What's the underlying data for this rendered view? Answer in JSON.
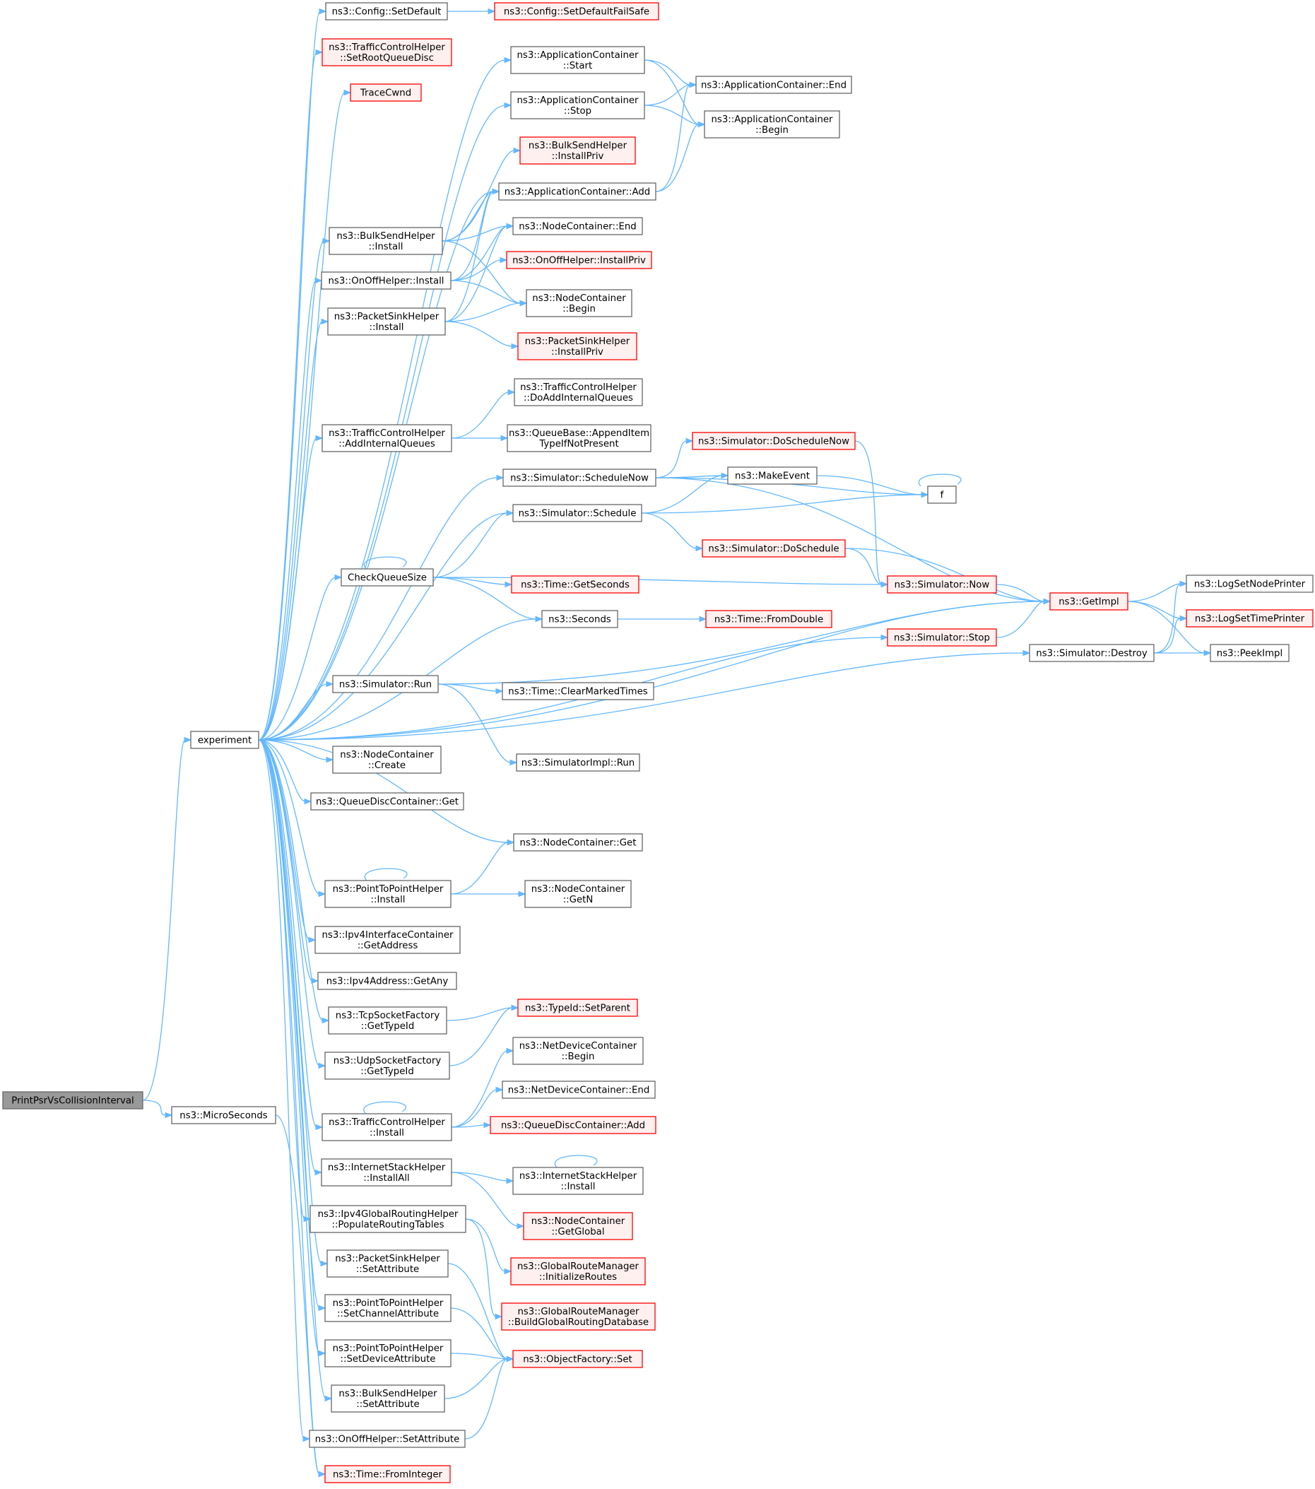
{
  "graph": {
    "root": "PrintPsrVsCollisionInterval",
    "colors": {
      "edge": "#63b8ff",
      "node_border": "#666666",
      "undocumented_border": "#ff0000",
      "undocumented_fill": "#fff0f0",
      "root_fill": "#999999"
    },
    "nodes": [
      {
        "id": "root",
        "lines": [
          "PrintPsrVsCollisionInterval"
        ],
        "style": "root"
      },
      {
        "id": "experiment",
        "lines": [
          "experiment"
        ],
        "style": "plain"
      },
      {
        "id": "micro",
        "lines": [
          "ns3::MicroSeconds"
        ],
        "style": "plain"
      },
      {
        "id": "cfgset",
        "lines": [
          "ns3::Config::SetDefault"
        ],
        "style": "plain"
      },
      {
        "id": "cfgfs",
        "lines": [
          "ns3::Config::SetDefaultFailSafe"
        ],
        "style": "red"
      },
      {
        "id": "tchroot",
        "lines": [
          "ns3::TrafficControlHelper",
          "::SetRootQueueDisc"
        ],
        "style": "red"
      },
      {
        "id": "tracecwnd",
        "lines": [
          "TraceCwnd"
        ],
        "style": "red"
      },
      {
        "id": "acstart",
        "lines": [
          "ns3::ApplicationContainer",
          "::Start"
        ],
        "style": "plain"
      },
      {
        "id": "acstop",
        "lines": [
          "ns3::ApplicationContainer",
          "::Stop"
        ],
        "style": "plain"
      },
      {
        "id": "acend",
        "lines": [
          "ns3::ApplicationContainer::End"
        ],
        "style": "plain"
      },
      {
        "id": "acbegin",
        "lines": [
          "ns3::ApplicationContainer",
          "::Begin"
        ],
        "style": "plain"
      },
      {
        "id": "bshpriv",
        "lines": [
          "ns3::BulkSendHelper",
          "::InstallPriv"
        ],
        "style": "red"
      },
      {
        "id": "acadd",
        "lines": [
          "ns3::ApplicationContainer::Add"
        ],
        "style": "plain"
      },
      {
        "id": "bshinst",
        "lines": [
          "ns3::BulkSendHelper",
          "::Install"
        ],
        "style": "plain"
      },
      {
        "id": "ncend",
        "lines": [
          "ns3::NodeContainer::End"
        ],
        "style": "plain"
      },
      {
        "id": "oohinst",
        "lines": [
          "ns3::OnOffHelper::Install"
        ],
        "style": "plain"
      },
      {
        "id": "oohpriv",
        "lines": [
          "ns3::OnOffHelper::InstallPriv"
        ],
        "style": "red"
      },
      {
        "id": "ncbegin",
        "lines": [
          "ns3::NodeContainer",
          "::Begin"
        ],
        "style": "plain"
      },
      {
        "id": "pshinst",
        "lines": [
          "ns3::PacketSinkHelper",
          "::Install"
        ],
        "style": "plain"
      },
      {
        "id": "pshpriv",
        "lines": [
          "ns3::PacketSinkHelper",
          "::InstallPriv"
        ],
        "style": "red"
      },
      {
        "id": "tchdoadd",
        "lines": [
          "ns3::TrafficControlHelper",
          "::DoAddInternalQueues"
        ],
        "style": "plain"
      },
      {
        "id": "tchaddq",
        "lines": [
          "ns3::TrafficControlHelper",
          "::AddInternalQueues"
        ],
        "style": "plain"
      },
      {
        "id": "qbappend",
        "lines": [
          "ns3::QueueBase::AppendItem",
          "TypeIfNotPresent"
        ],
        "style": "plain"
      },
      {
        "id": "simdosn",
        "lines": [
          "ns3::Simulator::DoScheduleNow"
        ],
        "style": "red"
      },
      {
        "id": "simsn",
        "lines": [
          "ns3::Simulator::ScheduleNow"
        ],
        "style": "plain"
      },
      {
        "id": "makeevent",
        "lines": [
          "ns3::MakeEvent"
        ],
        "style": "plain"
      },
      {
        "id": "f",
        "lines": [
          "f"
        ],
        "style": "plain"
      },
      {
        "id": "simsched",
        "lines": [
          "ns3::Simulator::Schedule"
        ],
        "style": "plain"
      },
      {
        "id": "simdos",
        "lines": [
          "ns3::Simulator::DoSchedule"
        ],
        "style": "red"
      },
      {
        "id": "cqs",
        "lines": [
          "CheckQueueSize"
        ],
        "style": "plain"
      },
      {
        "id": "getsec",
        "lines": [
          "ns3::Time::GetSeconds"
        ],
        "style": "red"
      },
      {
        "id": "simnow",
        "lines": [
          "ns3::Simulator::Now"
        ],
        "style": "red"
      },
      {
        "id": "getimpl",
        "lines": [
          "ns3::GetImpl"
        ],
        "style": "red"
      },
      {
        "id": "seconds",
        "lines": [
          "ns3::Seconds"
        ],
        "style": "plain"
      },
      {
        "id": "fromdouble",
        "lines": [
          "ns3::Time::FromDouble"
        ],
        "style": "red"
      },
      {
        "id": "logsetnode",
        "lines": [
          "ns3::LogSetNodePrinter"
        ],
        "style": "plain"
      },
      {
        "id": "logsettime",
        "lines": [
          "ns3::LogSetTimePrinter"
        ],
        "style": "red"
      },
      {
        "id": "simstop",
        "lines": [
          "ns3::Simulator::Stop"
        ],
        "style": "red"
      },
      {
        "id": "simdestroy",
        "lines": [
          "ns3::Simulator::Destroy"
        ],
        "style": "plain"
      },
      {
        "id": "peekimpl",
        "lines": [
          "ns3::PeekImpl"
        ],
        "style": "plain"
      },
      {
        "id": "simrun",
        "lines": [
          "ns3::Simulator::Run"
        ],
        "style": "plain"
      },
      {
        "id": "clearmarked",
        "lines": [
          "ns3::Time::ClearMarkedTimes"
        ],
        "style": "plain"
      },
      {
        "id": "simimplrun",
        "lines": [
          "ns3::SimulatorImpl::Run"
        ],
        "style": "plain"
      },
      {
        "id": "nccreate",
        "lines": [
          "ns3::NodeContainer",
          "::Create"
        ],
        "style": "plain"
      },
      {
        "id": "qdcget",
        "lines": [
          "ns3::QueueDiscContainer::Get"
        ],
        "style": "plain"
      },
      {
        "id": "ncget",
        "lines": [
          "ns3::NodeContainer::Get"
        ],
        "style": "plain"
      },
      {
        "id": "p2pinst",
        "lines": [
          "ns3::PointToPointHelper",
          "::Install"
        ],
        "style": "plain"
      },
      {
        "id": "ncgetn",
        "lines": [
          "ns3::NodeContainer",
          "::GetN"
        ],
        "style": "plain"
      },
      {
        "id": "ipv4icget",
        "lines": [
          "ns3::Ipv4InterfaceContainer",
          "::GetAddress"
        ],
        "style": "plain"
      },
      {
        "id": "ipv4any",
        "lines": [
          "ns3::Ipv4Address::GetAny"
        ],
        "style": "plain"
      },
      {
        "id": "tcpsf",
        "lines": [
          "ns3::TcpSocketFactory",
          "::GetTypeId"
        ],
        "style": "plain"
      },
      {
        "id": "setparent",
        "lines": [
          "ns3::TypeId::SetParent"
        ],
        "style": "red"
      },
      {
        "id": "udpsf",
        "lines": [
          "ns3::UdpSocketFactory",
          "::GetTypeId"
        ],
        "style": "plain"
      },
      {
        "id": "ndcbegin",
        "lines": [
          "ns3::NetDeviceContainer",
          "::Begin"
        ],
        "style": "plain"
      },
      {
        "id": "ndcend",
        "lines": [
          "ns3::NetDeviceContainer::End"
        ],
        "style": "plain"
      },
      {
        "id": "tchinst",
        "lines": [
          "ns3::TrafficControlHelper",
          "::Install"
        ],
        "style": "plain"
      },
      {
        "id": "qdcadd",
        "lines": [
          "ns3::QueueDiscContainer::Add"
        ],
        "style": "red"
      },
      {
        "id": "ishinstall",
        "lines": [
          "ns3::InternetStackHelper",
          "::Install"
        ],
        "style": "plain"
      },
      {
        "id": "ishall",
        "lines": [
          "ns3::InternetStackHelper",
          "::InstallAll"
        ],
        "style": "plain"
      },
      {
        "id": "ncglobal",
        "lines": [
          "ns3::NodeContainer",
          "::GetGlobal"
        ],
        "style": "red"
      },
      {
        "id": "ipv4grh",
        "lines": [
          "ns3::Ipv4GlobalRoutingHelper",
          "::PopulateRoutingTables"
        ],
        "style": "plain"
      },
      {
        "id": "grminit",
        "lines": [
          "ns3::GlobalRouteManager",
          "::InitializeRoutes"
        ],
        "style": "red"
      },
      {
        "id": "pshset",
        "lines": [
          "ns3::PacketSinkHelper",
          "::SetAttribute"
        ],
        "style": "plain"
      },
      {
        "id": "grmbuild",
        "lines": [
          "ns3::GlobalRouteManager",
          "::BuildGlobalRoutingDatabase"
        ],
        "style": "red"
      },
      {
        "id": "p2pchan",
        "lines": [
          "ns3::PointToPointHelper",
          "::SetChannelAttribute"
        ],
        "style": "plain"
      },
      {
        "id": "p2pdev",
        "lines": [
          "ns3::PointToPointHelper",
          "::SetDeviceAttribute"
        ],
        "style": "plain"
      },
      {
        "id": "ofset",
        "lines": [
          "ns3::ObjectFactory::Set"
        ],
        "style": "red"
      },
      {
        "id": "bshset",
        "lines": [
          "ns3::BulkSendHelper",
          "::SetAttribute"
        ],
        "style": "plain"
      },
      {
        "id": "oohset",
        "lines": [
          "ns3::OnOffHelper::SetAttribute"
        ],
        "style": "plain"
      },
      {
        "id": "fromint",
        "lines": [
          "ns3::Time::FromInteger"
        ],
        "style": "red"
      }
    ],
    "edges": [
      [
        "root",
        "experiment"
      ],
      [
        "root",
        "micro"
      ],
      [
        "micro",
        "fromint"
      ],
      [
        "experiment",
        "cfgset"
      ],
      [
        "experiment",
        "tchroot"
      ],
      [
        "experiment",
        "tracecwnd"
      ],
      [
        "experiment",
        "acstart"
      ],
      [
        "experiment",
        "acstop"
      ],
      [
        "experiment",
        "acadd"
      ],
      [
        "experiment",
        "bshinst"
      ],
      [
        "experiment",
        "oohinst"
      ],
      [
        "experiment",
        "pshinst"
      ],
      [
        "experiment",
        "tchaddq"
      ],
      [
        "experiment",
        "simsn"
      ],
      [
        "experiment",
        "simsched"
      ],
      [
        "experiment",
        "cqs"
      ],
      [
        "experiment",
        "seconds"
      ],
      [
        "experiment",
        "simstop"
      ],
      [
        "experiment",
        "getimpl"
      ],
      [
        "experiment",
        "simrun"
      ],
      [
        "experiment",
        "simdestroy"
      ],
      [
        "experiment",
        "nccreate"
      ],
      [
        "experiment",
        "qdcget"
      ],
      [
        "experiment",
        "ncget"
      ],
      [
        "experiment",
        "p2pinst"
      ],
      [
        "experiment",
        "ipv4icget"
      ],
      [
        "experiment",
        "ipv4any"
      ],
      [
        "experiment",
        "tcpsf"
      ],
      [
        "experiment",
        "udpsf"
      ],
      [
        "experiment",
        "tchinst"
      ],
      [
        "experiment",
        "ishall"
      ],
      [
        "experiment",
        "ipv4grh"
      ],
      [
        "experiment",
        "pshset"
      ],
      [
        "experiment",
        "p2pchan"
      ],
      [
        "experiment",
        "p2pdev"
      ],
      [
        "experiment",
        "bshset"
      ],
      [
        "experiment",
        "oohset"
      ],
      [
        "experiment",
        "fromint"
      ],
      [
        "cfgset",
        "cfgfs"
      ],
      [
        "acstart",
        "acend"
      ],
      [
        "acstart",
        "acbegin"
      ],
      [
        "acstop",
        "acend"
      ],
      [
        "acstop",
        "acbegin"
      ],
      [
        "acadd",
        "acend"
      ],
      [
        "acadd",
        "acbegin"
      ],
      [
        "bshinst",
        "bshpriv"
      ],
      [
        "bshinst",
        "acadd"
      ],
      [
        "bshinst",
        "ncend"
      ],
      [
        "bshinst",
        "ncbegin"
      ],
      [
        "oohinst",
        "acadd"
      ],
      [
        "oohinst",
        "ncend"
      ],
      [
        "oohinst",
        "oohpriv"
      ],
      [
        "oohinst",
        "ncbegin"
      ],
      [
        "pshinst",
        "acadd"
      ],
      [
        "pshinst",
        "ncend"
      ],
      [
        "pshinst",
        "ncbegin"
      ],
      [
        "pshinst",
        "pshpriv"
      ],
      [
        "tchaddq",
        "tchdoadd"
      ],
      [
        "tchaddq",
        "qbappend"
      ],
      [
        "simsn",
        "simdosn"
      ],
      [
        "simsn",
        "makeevent"
      ],
      [
        "simsn",
        "f"
      ],
      [
        "simsn",
        "getimpl"
      ],
      [
        "simdosn",
        "simnow"
      ],
      [
        "makeevent",
        "f"
      ],
      [
        "f",
        "f"
      ],
      [
        "simsched",
        "makeevent"
      ],
      [
        "simsched",
        "f"
      ],
      [
        "simsched",
        "simdos"
      ],
      [
        "simdos",
        "simnow"
      ],
      [
        "simdos",
        "getimpl"
      ],
      [
        "cqs",
        "cqs"
      ],
      [
        "cqs",
        "simsched"
      ],
      [
        "cqs",
        "getsec"
      ],
      [
        "cqs",
        "simnow"
      ],
      [
        "cqs",
        "seconds"
      ],
      [
        "simnow",
        "getimpl"
      ],
      [
        "seconds",
        "fromdouble"
      ],
      [
        "simstop",
        "getimpl"
      ],
      [
        "getimpl",
        "logsetnode"
      ],
      [
        "getimpl",
        "logsettime"
      ],
      [
        "getimpl",
        "peekimpl"
      ],
      [
        "simdestroy",
        "logsetnode"
      ],
      [
        "simdestroy",
        "logsettime"
      ],
      [
        "simdestroy",
        "peekimpl"
      ],
      [
        "simrun",
        "clearmarked"
      ],
      [
        "simrun",
        "simimplrun"
      ],
      [
        "simrun",
        "getimpl"
      ],
      [
        "p2pinst",
        "p2pinst"
      ],
      [
        "p2pinst",
        "ncget"
      ],
      [
        "p2pinst",
        "ncgetn"
      ],
      [
        "tcpsf",
        "setparent"
      ],
      [
        "udpsf",
        "setparent"
      ],
      [
        "tchinst",
        "tchinst"
      ],
      [
        "tchinst",
        "ndcbegin"
      ],
      [
        "tchinst",
        "ndcend"
      ],
      [
        "tchinst",
        "qdcadd"
      ],
      [
        "ishall",
        "ishinstall"
      ],
      [
        "ishall",
        "ncglobal"
      ],
      [
        "ishinstall",
        "ishinstall"
      ],
      [
        "ipv4grh",
        "grminit"
      ],
      [
        "ipv4grh",
        "grmbuild"
      ],
      [
        "pshset",
        "ofset"
      ],
      [
        "p2pchan",
        "ofset"
      ],
      [
        "p2pdev",
        "ofset"
      ],
      [
        "bshset",
        "ofset"
      ],
      [
        "oohset",
        "ofset"
      ]
    ]
  }
}
